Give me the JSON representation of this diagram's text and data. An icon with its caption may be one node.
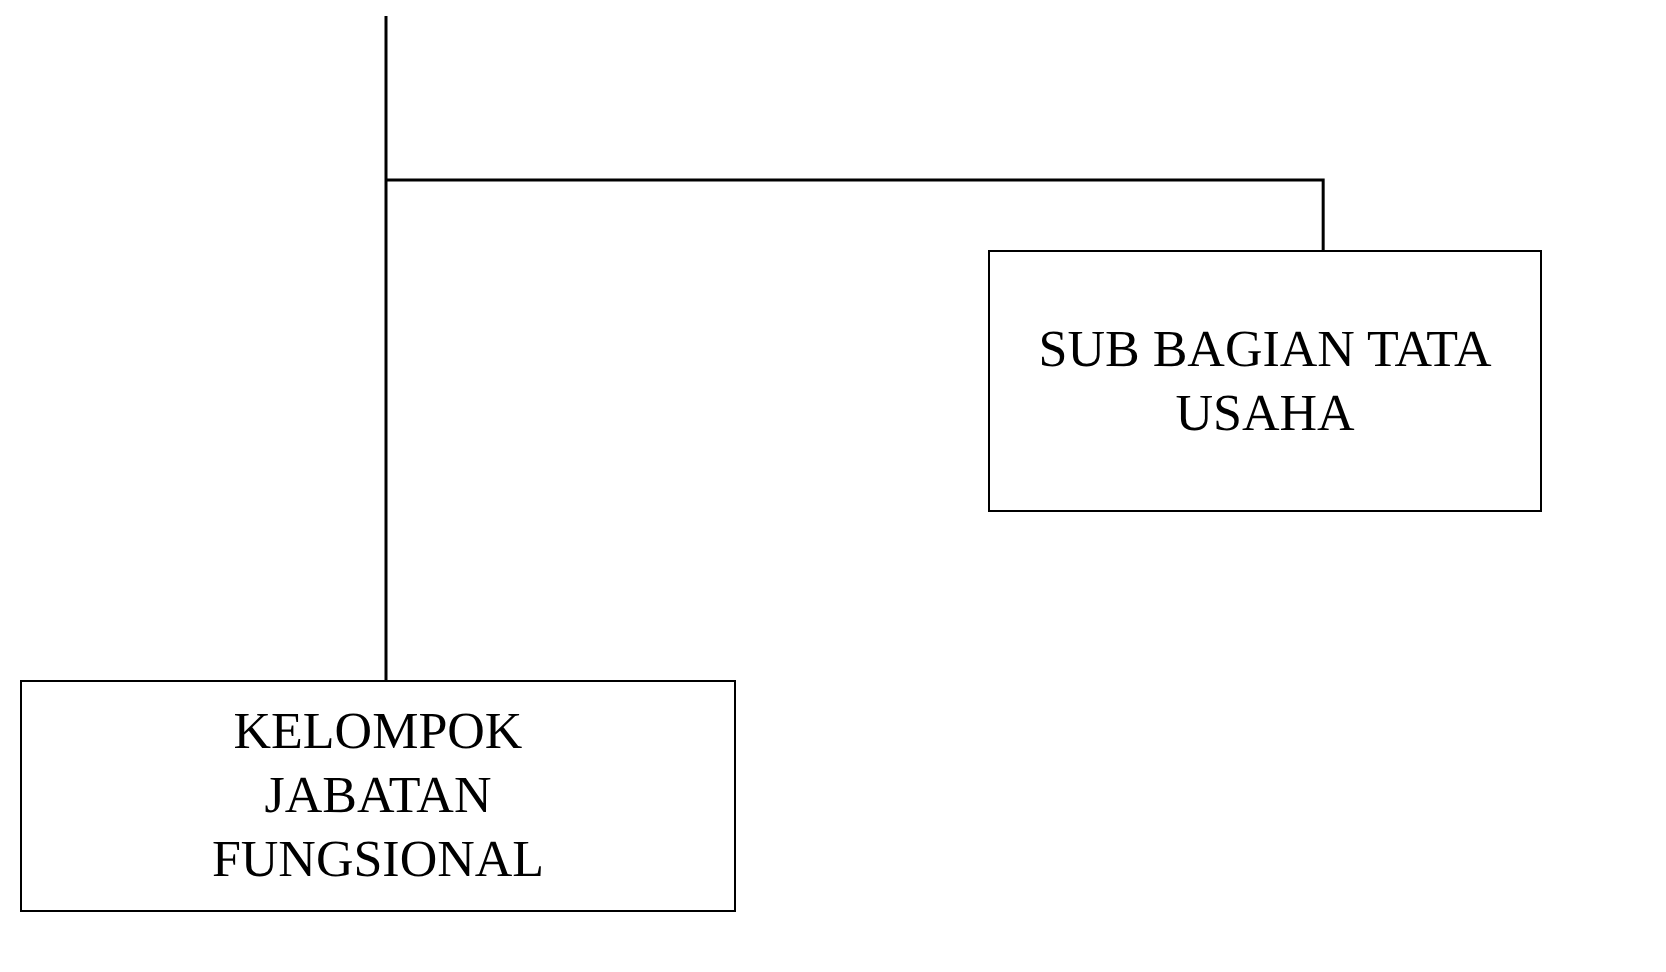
{
  "diagram": {
    "nodes": [
      {
        "text": [
          "SUB BAGIAN TATA USAHA"
        ]
      },
      {
        "text": [
          "KELOMPOK JABATAN FUNGSIONAL"
        ]
      }
    ],
    "edges": [
      {
        "from": null,
        "to": 1,
        "arrow": "none"
      },
      {
        "from": null,
        "to": 0,
        "arrow": "none"
      }
    ]
  }
}
